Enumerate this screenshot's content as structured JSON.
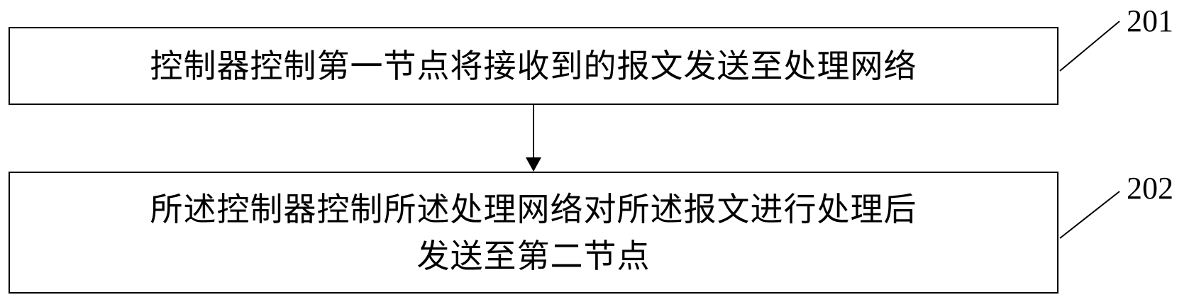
{
  "steps": [
    {
      "number": "201",
      "lines": [
        "控制器控制第一节点将接收到的报文发送至处理网络"
      ]
    },
    {
      "number": "202",
      "lines": [
        "所述控制器控制所述处理网络对所述报文进行处理后",
        "发送至第二节点"
      ]
    }
  ]
}
